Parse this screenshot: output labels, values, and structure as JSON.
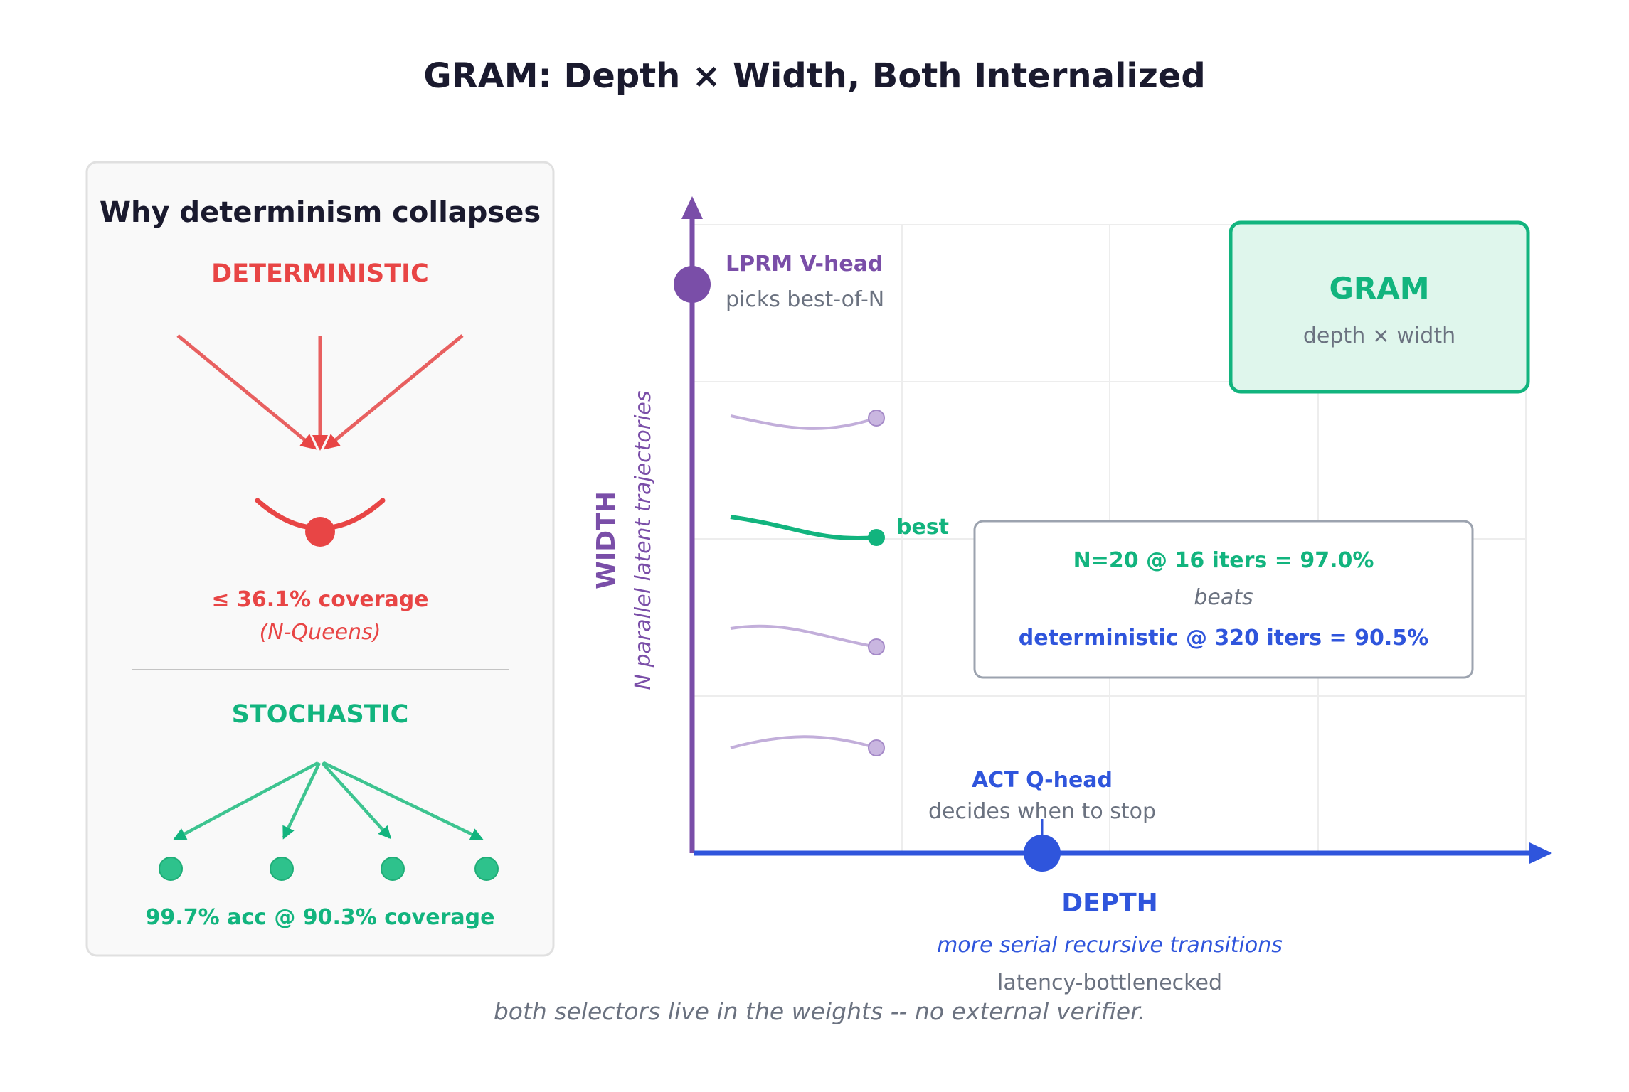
{
  "title": "GRAM: Depth × Width, Both Internalized",
  "colors": {
    "red": "#E84545",
    "green": "#12B47E",
    "purple": "#7A4EA8",
    "blue": "#2F55DC",
    "gray_text": "#6B7280",
    "dark": "#1A1A2E",
    "panel_bg": "#F9F9F9",
    "panel_border": "#E0E0E0",
    "gram_fill": "#DFF6EC"
  },
  "left_panel": {
    "heading": "Why determinism collapses",
    "deterministic": {
      "label": "DETERMINISTIC",
      "stat": "≤ 36.1% coverage",
      "sub": "(N-Queens)"
    },
    "stochastic": {
      "label": "STOCHASTIC",
      "stat": "99.7% acc @ 90.3% coverage"
    }
  },
  "chart": {
    "y_axis": {
      "label": "WIDTH",
      "sublabel": "N parallel latent trajectories"
    },
    "x_axis": {
      "label": "DEPTH",
      "sublabel": "more serial recursive transitions",
      "note": "latency-bottlenecked"
    },
    "lprm": {
      "title": "LPRM V-head",
      "desc": "picks best-of-N"
    },
    "act": {
      "title": "ACT Q-head",
      "desc": "decides when to stop"
    },
    "gram_box": {
      "title": "GRAM",
      "desc": "depth × width"
    },
    "best_label": "best",
    "result_box": {
      "line1": "N=20 @ 16 iters = 97.0%",
      "line2": "beats",
      "line3": "deterministic @ 320 iters = 90.5%"
    }
  },
  "footer": "both selectors live in the weights -- no external verifier."
}
